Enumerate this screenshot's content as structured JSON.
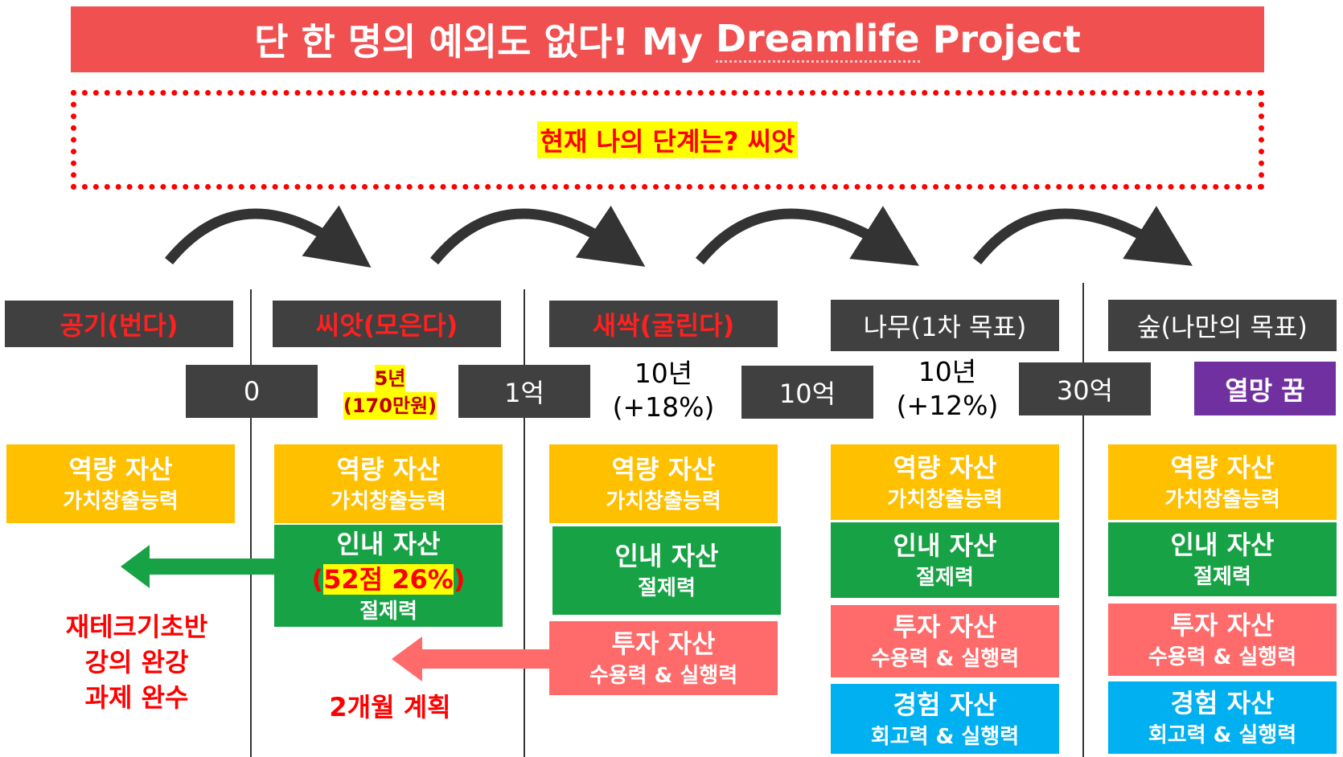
{
  "title": {
    "prefix": "단 한 명의 예외도 없다! My ",
    "underlined": "Dreamlife",
    "suffix": " Project"
  },
  "current_stage": "현재 나의 단계는? 씨앗",
  "stages": [
    "공기(번다)",
    "씨앗(모은다)",
    "새싹(굴린다)",
    "나무(1차 목표)",
    "숲(나만의 목표)"
  ],
  "amounts": [
    "0",
    "1억",
    "10억",
    "30억"
  ],
  "dream": "열망 꿈",
  "periods": [
    {
      "line1": "5년",
      "line2": "(170만원)"
    },
    {
      "line1": "10년",
      "line2": "(+18%)"
    },
    {
      "line1": "10년",
      "line2": "(+12%)"
    }
  ],
  "assets": {
    "capability": {
      "title": "역량 자산",
      "sub": "가치창출능력"
    },
    "patience": {
      "title": "인내 자산",
      "sub": "절제력"
    },
    "patience_score": {
      "open": "(",
      "value": "52점 26%",
      "close": ")"
    },
    "investment": {
      "title": "투자 자산",
      "sub": "수용력 & 실행력"
    },
    "experience": {
      "title": "경험 자산",
      "sub": "회고력 & 실행력"
    }
  },
  "notes": {
    "left": [
      "재테크기초반",
      "강의 완강",
      "과제 완수"
    ],
    "plan": "2개월 계획"
  },
  "colors": {
    "title_bg": "#f05050",
    "dark_box": "#404040",
    "capability": "#ffc000",
    "patience": "#17a345",
    "investment": "#ff6b6b",
    "experience": "#00b0f0",
    "dream": "#7030a0",
    "highlight": "#ffff00",
    "accent_red": "#ff0000"
  }
}
